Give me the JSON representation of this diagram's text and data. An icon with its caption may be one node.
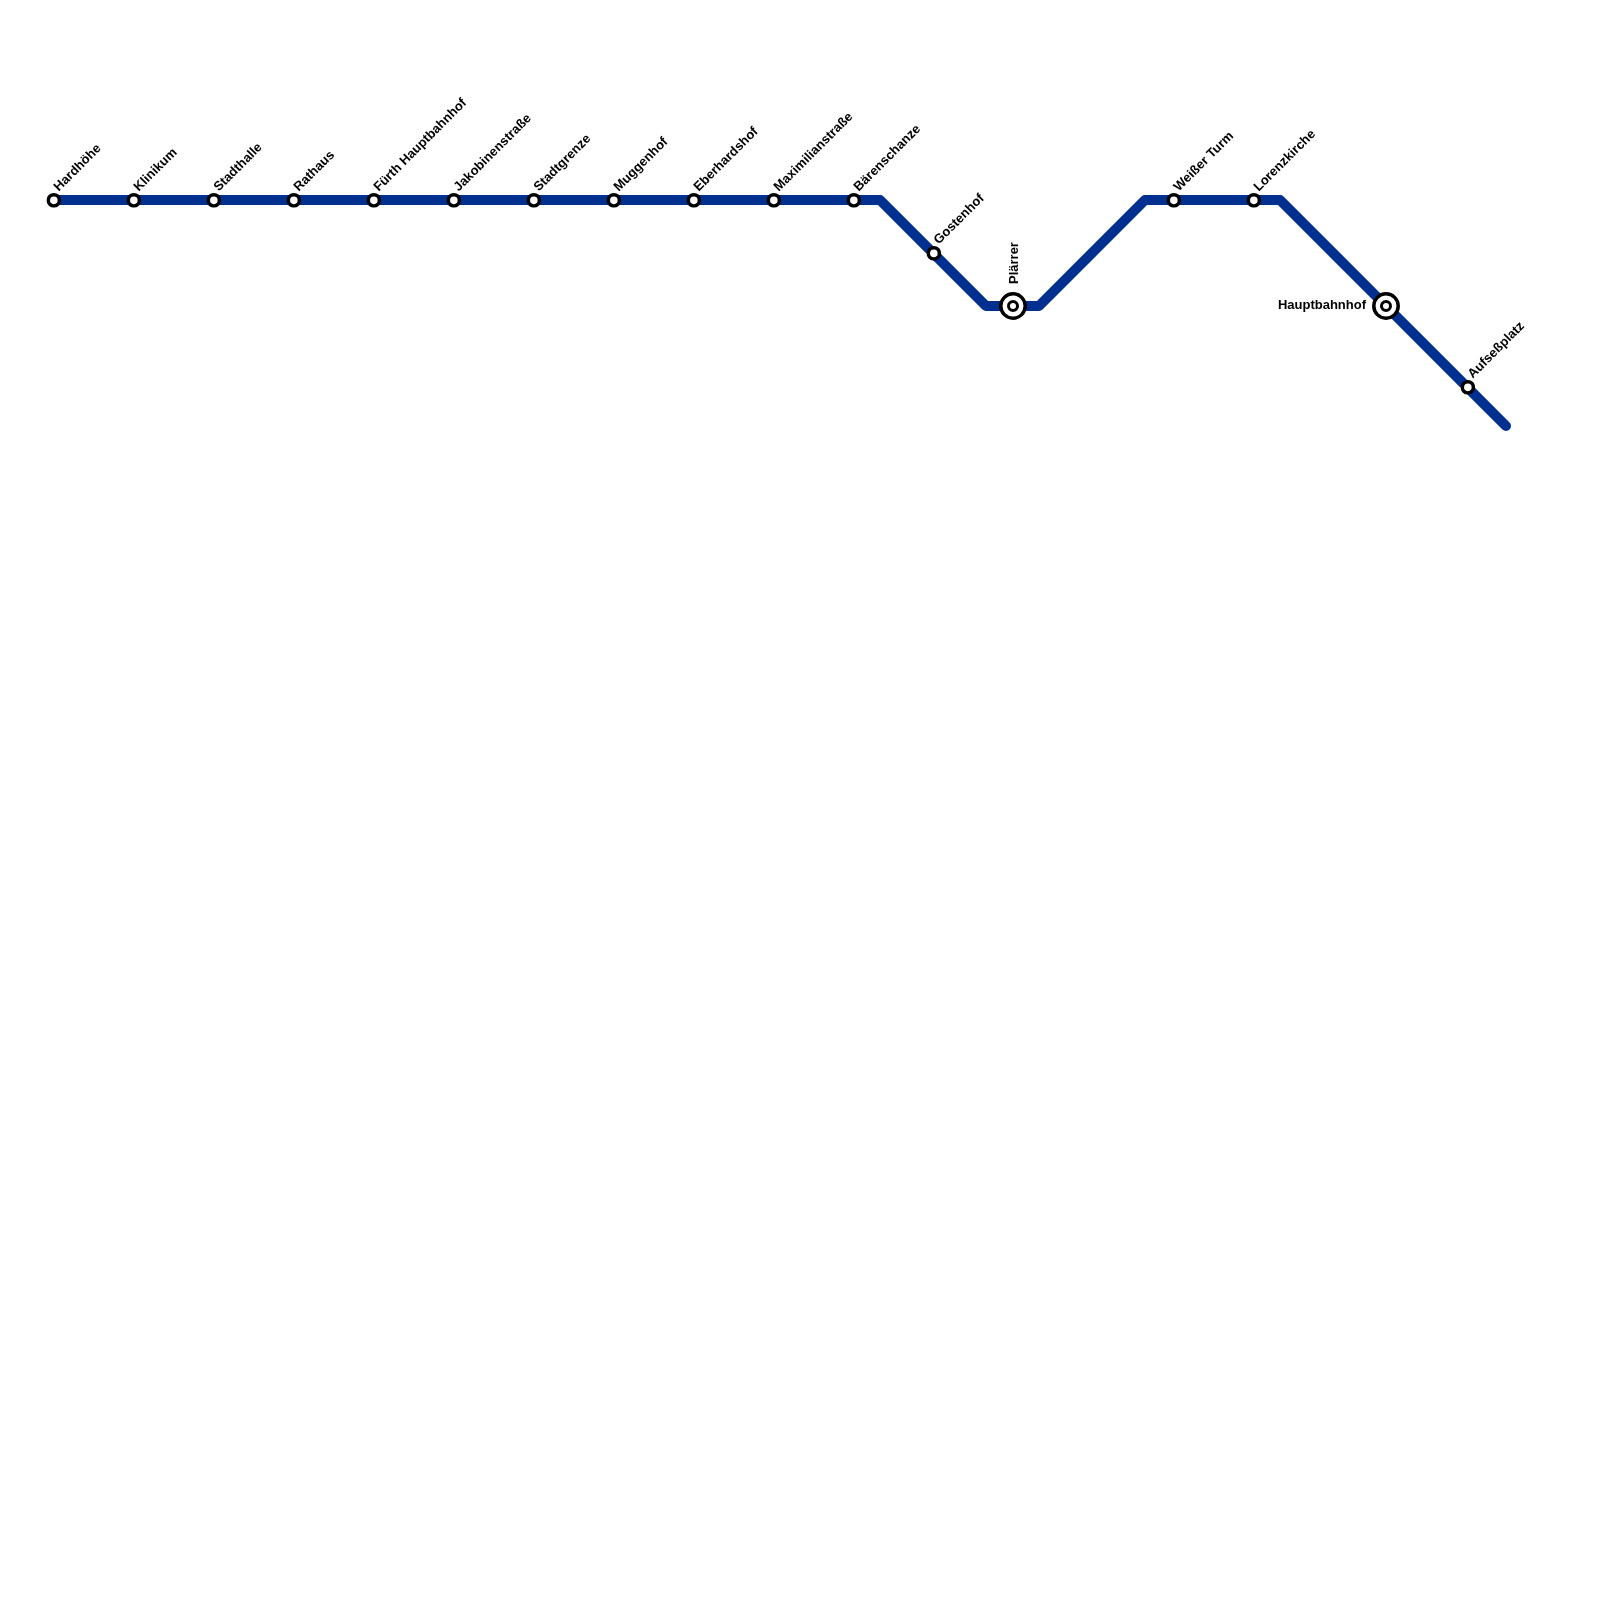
{
  "diagram": {
    "nodes": [
      {
        "text": [
          "Hardhöhe"
        ]
      },
      {
        "text": [
          "Klinikum"
        ]
      },
      {
        "text": [
          "Stadthalle"
        ]
      },
      {
        "text": [
          "Rathaus"
        ]
      },
      {
        "text": [
          "Fürth Hauptbahnhof"
        ]
      },
      {
        "text": [
          "Jakobinenstraße"
        ]
      },
      {
        "text": [
          "Stadtgrenze"
        ]
      },
      {
        "text": [
          "Muggenhof"
        ]
      },
      {
        "text": [
          "Eberhardshof"
        ]
      },
      {
        "text": [
          "Maximilianstraße"
        ]
      },
      {
        "text": [
          "Bärenschanze"
        ]
      },
      {
        "text": [
          "Gostenhof"
        ]
      },
      {
        "text": [
          "Plärrer"
        ]
      },
      {
        "text": [
          "Weißer Turm"
        ]
      },
      {
        "text": [
          "Lorenzkirche"
        ]
      },
      {
        "text": [
          "Hauptbahnhof"
        ]
      },
      {
        "text": [
          "Aufseßplatz"
        ]
      }
    ],
    "edges": [
      {
        "from": 0,
        "to": 1,
        "arrow": "none"
      },
      {
        "from": 1,
        "to": 2,
        "arrow": "none"
      },
      {
        "from": 2,
        "to": 3,
        "arrow": "none"
      },
      {
        "from": 3,
        "to": 4,
        "arrow": "none"
      },
      {
        "from": 4,
        "to": 5,
        "arrow": "none"
      },
      {
        "from": 5,
        "to": 6,
        "arrow": "none"
      },
      {
        "from": 6,
        "to": 7,
        "arrow": "none"
      },
      {
        "from": 7,
        "to": 8,
        "arrow": "none"
      },
      {
        "from": 8,
        "to": 9,
        "arrow": "none"
      },
      {
        "from": 9,
        "to": 10,
        "arrow": "none"
      },
      {
        "from": 10,
        "to": 11,
        "arrow": "none"
      },
      {
        "from": 11,
        "to": 12,
        "arrow": "none"
      },
      {
        "from": 12,
        "to": 13,
        "arrow": "none"
      },
      {
        "from": 13,
        "to": 14,
        "arrow": "none"
      },
      {
        "from": 14,
        "to": 15,
        "arrow": "none"
      },
      {
        "from": 15,
        "to": 16,
        "arrow": "none"
      },
      {
        "from": 16,
        "to": null,
        "arrow": "none"
      }
    ]
  }
}
